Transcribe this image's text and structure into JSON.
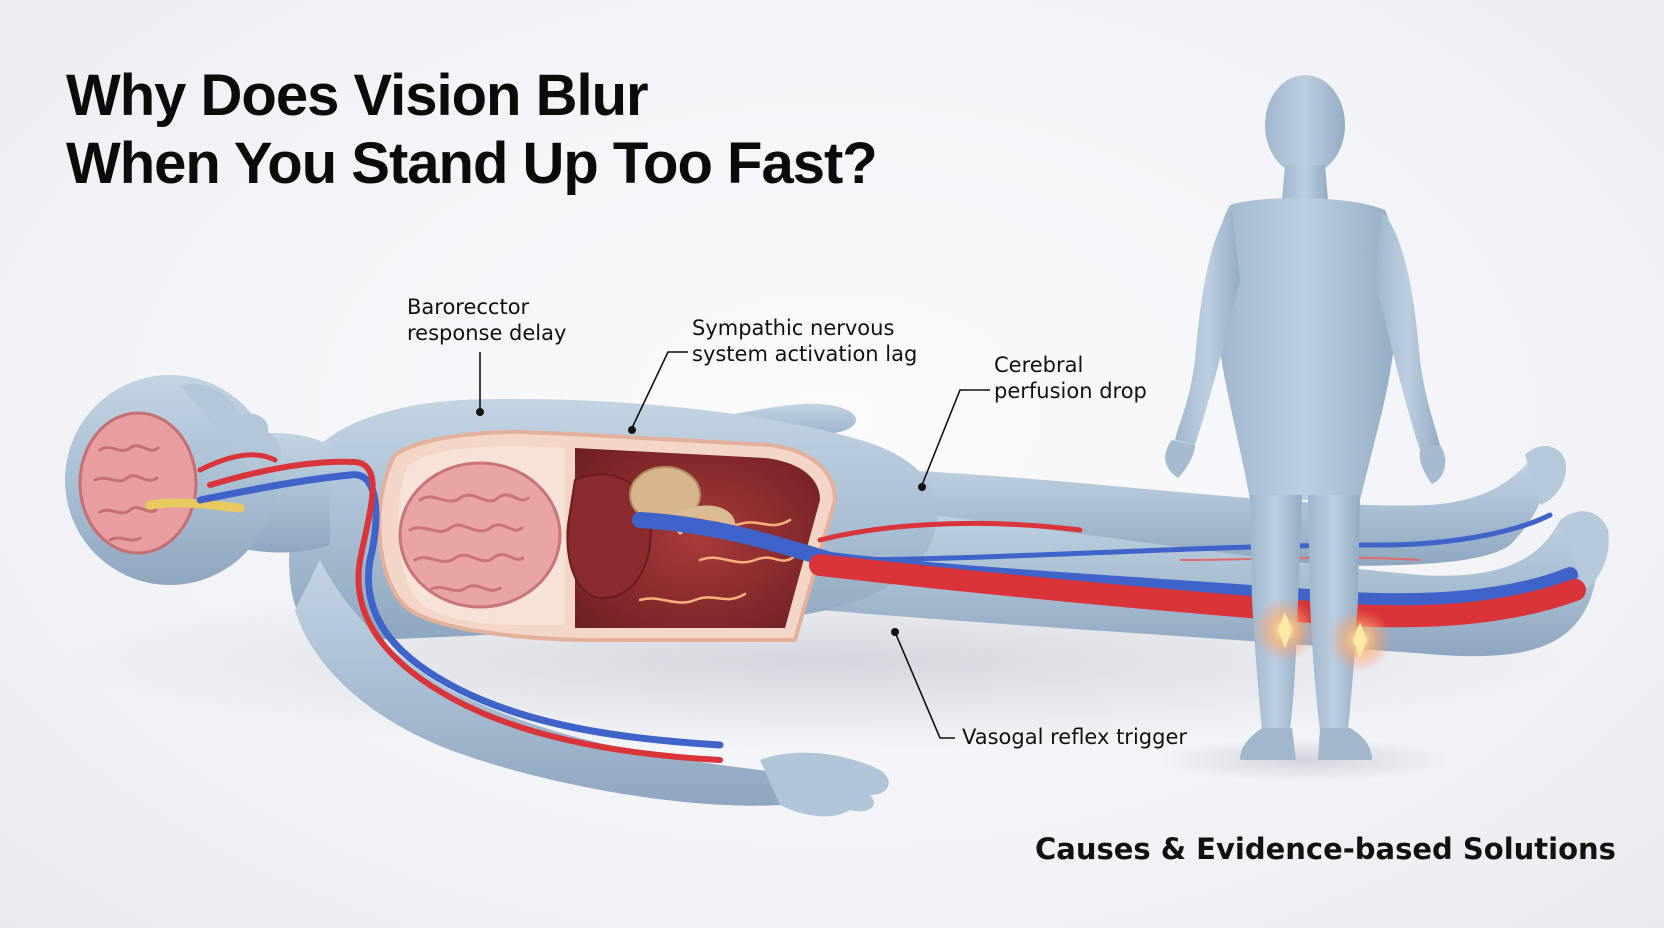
{
  "title": {
    "line1": "Why Does Vision Blur",
    "line2": "When You Stand Up Too Fast?"
  },
  "labels": {
    "baroreceptor": {
      "line1": "Barorecctor",
      "line2": "response delay"
    },
    "sympathetic": {
      "line1": "Sympathic nervous",
      "line2": "system activation lag"
    },
    "cerebral": {
      "line1": "Cerebral",
      "line2": "perfusion drop"
    },
    "vasovagal": {
      "line1": "Vasogal reflex trigger"
    }
  },
  "subtitle": "Causes & Evidence-based Solutions",
  "colors": {
    "skin": "#a9bfd3",
    "artery": "#d8343a",
    "vein": "#3f63c9",
    "brain": "#e79a9c",
    "cavity": "#8e2a2c",
    "glow": "#ffd27a"
  }
}
